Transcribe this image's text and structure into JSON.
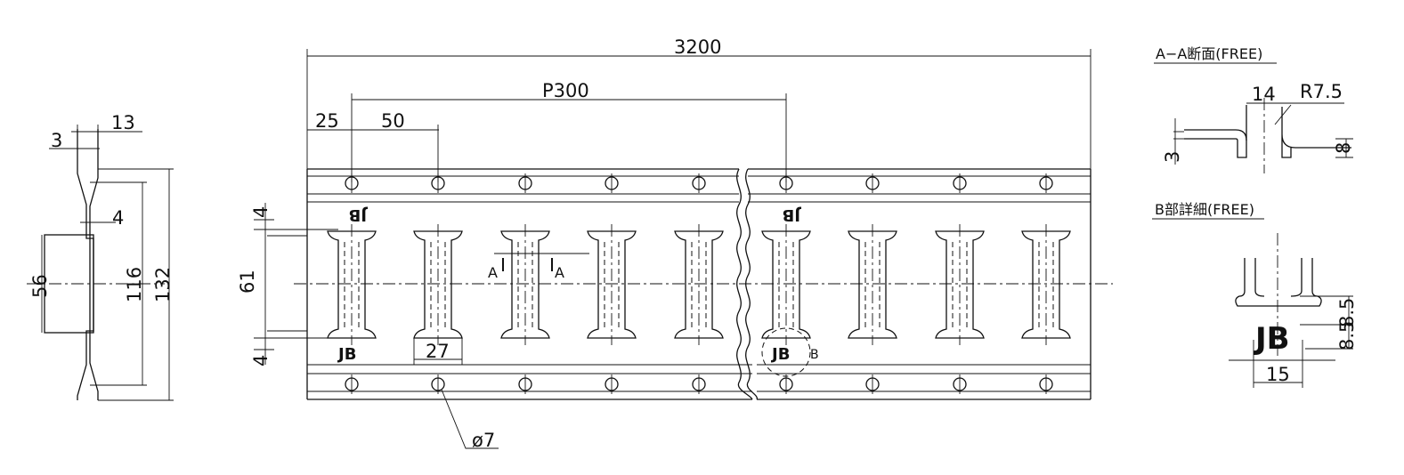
{
  "side_view": {
    "dims": {
      "d13": "13",
      "d3": "3",
      "d4": "4",
      "d56": "56",
      "d116": "116",
      "d132": "132"
    }
  },
  "main_view": {
    "dims": {
      "total_length": "3200",
      "pitch": "P300",
      "edge_offset": "25",
      "hole_spacing": "50",
      "gap_top": "4",
      "gap_bottom": "4",
      "slot_height": "61",
      "slot_width": "27",
      "hole_dia": "ø7"
    },
    "section_marks": [
      "A",
      "A"
    ],
    "detail_mark": "B",
    "brand_marks": [
      "JB",
      "JB",
      "JB",
      "JB"
    ]
  },
  "section_aa": {
    "title": "A−A断面(FREE)",
    "dims": {
      "d14": "14",
      "radius": "R7.5",
      "d3": "3",
      "d8": "8"
    }
  },
  "detail_b": {
    "title": "B部詳細(FREE)",
    "dims": {
      "d85": "8.5",
      "d85b": "8.5",
      "d15": "15"
    },
    "mark": "JB"
  }
}
